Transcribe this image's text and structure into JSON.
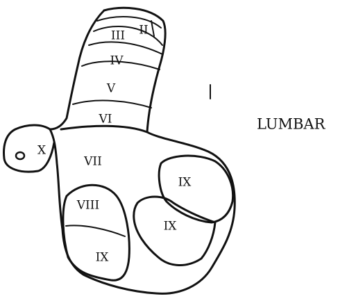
{
  "title": "LUMBAR",
  "laminae": {
    "ii": "II",
    "iii": "III",
    "iv": "IV",
    "v": "V",
    "vi": "VI",
    "vii": "VII",
    "viii": "VIII",
    "ix_lateral": "IX",
    "ix_middle": "IX",
    "ix_medial": "IX",
    "x": "X",
    "central_canal": "o"
  }
}
